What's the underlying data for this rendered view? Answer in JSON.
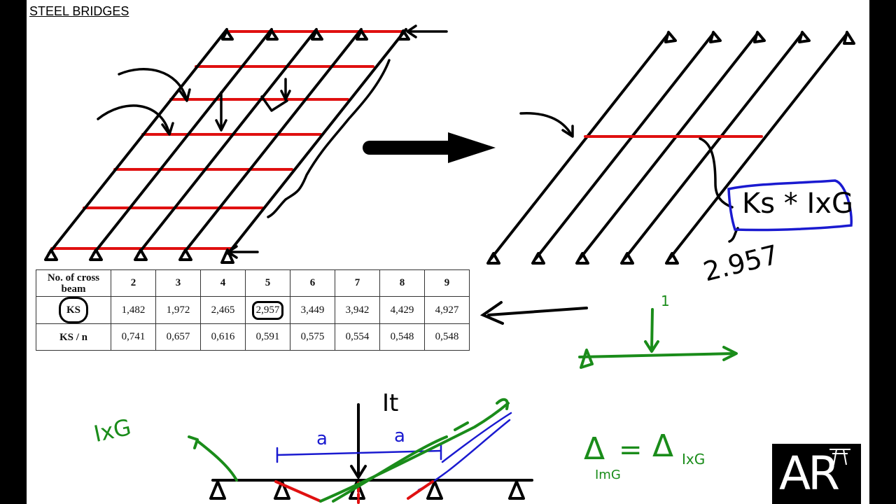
{
  "page": {
    "title": "STEEL BRIDGES"
  },
  "table": {
    "header_label": "No. of cross beam",
    "columns": [
      "2",
      "3",
      "4",
      "5",
      "6",
      "7",
      "8",
      "9"
    ],
    "rows": [
      {
        "label": "KS",
        "values": [
          "1,482",
          "1,972",
          "2,465",
          "2,957",
          "3,449",
          "3,942",
          "4,429",
          "4,927"
        ]
      },
      {
        "label": "KS / n",
        "values": [
          "0,741",
          "0,657",
          "0,616",
          "0,591",
          "0,575",
          "0,554",
          "0,548",
          "0,548"
        ]
      }
    ],
    "highlighted_row": "KS",
    "highlighted_value": "2,957"
  },
  "annotations": {
    "blue_box_text": "Ks * IxG",
    "value_note": "2.957",
    "unit_load": "1",
    "it_label": "It",
    "spacing_label_left": "a",
    "spacing_label_right": "a",
    "ixg_label": "IxG",
    "equation_lhs": "Δ",
    "equation_lhs_sub": "ImG",
    "equation_eq": "=",
    "equation_rhs": "Δ",
    "equation_rhs_sub": "IxG"
  },
  "logo": {
    "text": "AR"
  },
  "colors": {
    "red": "#e01010",
    "blue": "#1a1ad0",
    "green": "#1a8c1a",
    "black": "#000000"
  }
}
